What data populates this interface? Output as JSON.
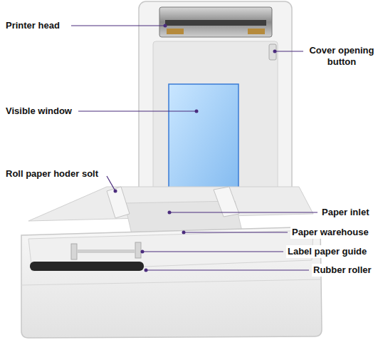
{
  "diagram": {
    "labels": [
      "Printer head",
      "Cover opening button",
      "Visible window",
      "Roll paper hoder solt",
      "Paper inlet",
      "Paper warehouse",
      "Label paper guide",
      "Rubber roller"
    ]
  }
}
